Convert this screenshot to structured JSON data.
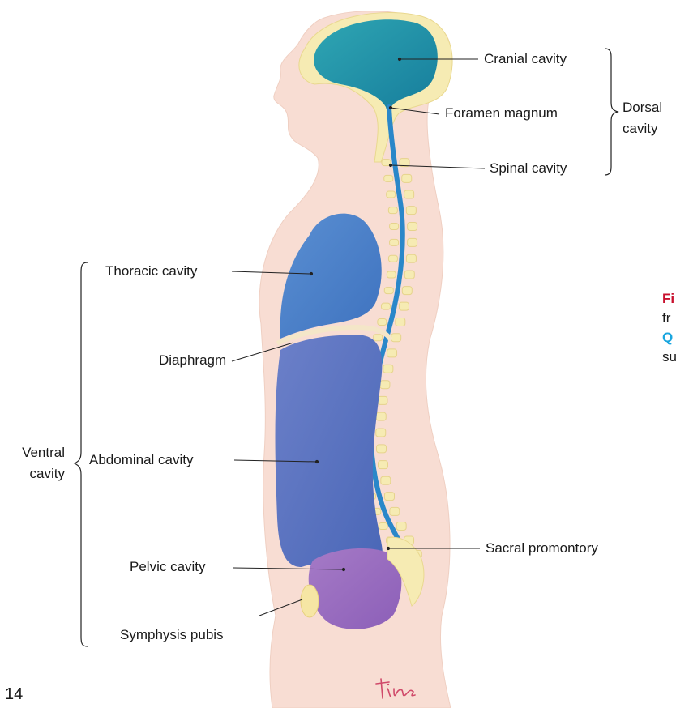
{
  "figure": {
    "labels": {
      "cranial_cavity": "Cranial cavity",
      "foramen_magnum": "Foramen magnum",
      "spinal_cavity": "Spinal cavity",
      "dorsal_cavity": "Dorsal",
      "dorsal_cavity_line2": "cavity",
      "thoracic_cavity": "Thoracic cavity",
      "diaphragm": "Diaphragm",
      "abdominal_cavity": "Abdominal cavity",
      "pelvic_cavity": "Pelvic cavity",
      "symphysis_pubis": "Symphysis pubis",
      "sacral_promontory": "Sacral promontory",
      "ventral_cavity": "Ventral",
      "ventral_cavity_line2": "cavity"
    },
    "colors": {
      "body": "#f7ddd2",
      "body_edge": "#ead0c3",
      "bone": "#f6ebb3",
      "cranial": "#1d8fa5",
      "spinal": "#2a87c9",
      "thoracic": "#4a80c9",
      "abdominal": "#5575c0",
      "pelvic": "#9a6ec0"
    },
    "icons": {
      "signature": "artist-signature-icon"
    }
  },
  "page": {
    "number": "14"
  },
  "caption_fragment": {
    "fig_label": "Fi",
    "line1": "fr",
    "q_label": "Q",
    "line2": "su"
  }
}
